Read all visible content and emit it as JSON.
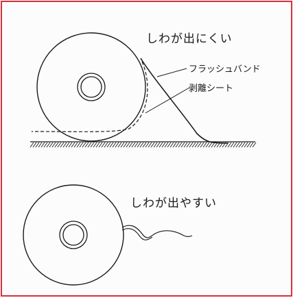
{
  "diagram": {
    "top_caption": "しわが出にくい",
    "flash_band_label": "フラッシュバンド",
    "release_sheet_label": "剥離シート",
    "bottom_caption": "しわが出やすい",
    "colors": {
      "frame": "#d9303a",
      "line": "#1a1a1a",
      "background": "#fbfcfb"
    }
  }
}
